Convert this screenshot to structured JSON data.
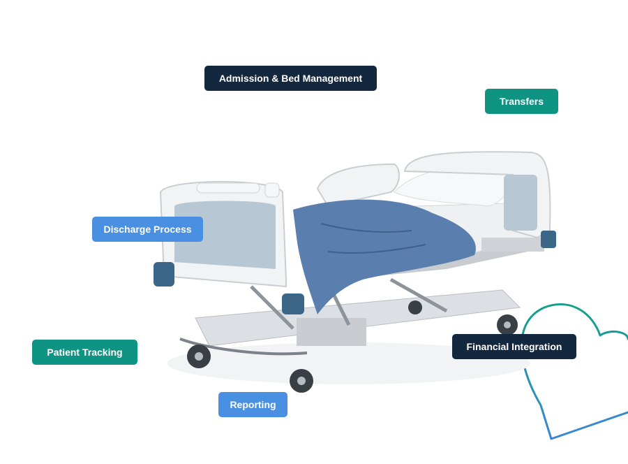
{
  "colors": {
    "navy": "#13273f",
    "teal": "#0f9383",
    "blue": "#4a90e2",
    "heart_start": "#12a087",
    "heart_end": "#3b86d6",
    "sheet_blue": "#5a7fae",
    "frame_gray": "#dcdfe3",
    "panel_blue": "#b7c7d3",
    "bumper_blue": "#3c6688"
  },
  "image": {
    "subject": "hospital bed illustration",
    "decoration": "heart-outline-icon"
  },
  "tags": {
    "admission": "Admission & Bed Management",
    "transfers": "Transfers",
    "discharge": "Discharge Process",
    "patient_tracking": "Patient Tracking",
    "financial": "Financial Integration",
    "reporting": "Reporting"
  }
}
